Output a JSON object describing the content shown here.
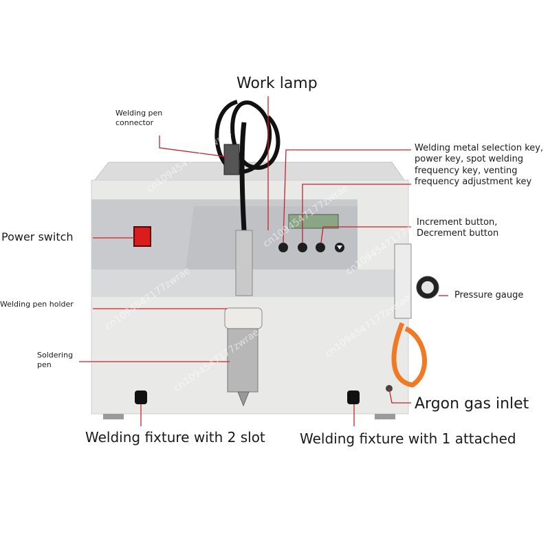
{
  "labels": {
    "work_lamp": "Work lamp",
    "pen_connector": "Welding pen connector",
    "selection_keys": "Welding metal selection key, power key, spot welding frequency key, venting frequency adjustment key",
    "power_switch": "Power switch",
    "increment_button": "Increment button, Decrement button",
    "pen_holder": "Welding pen holder",
    "pressure_gauge": "Pressure gauge",
    "soldering_pen": "Soldering pen",
    "argon_inlet": "Argon gas inlet",
    "fixture_2": "Welding fixture with 2 slot",
    "fixture_1": "Welding fixture with 1 attached"
  },
  "watermark": "cn1094547177zwrae",
  "colors": {
    "body_light": "#e9e9e8",
    "panel_gray": "#c9cacd",
    "leader_red": "#c8202a",
    "switch_red": "#d91d1d",
    "hose_orange": "#f07a24"
  }
}
